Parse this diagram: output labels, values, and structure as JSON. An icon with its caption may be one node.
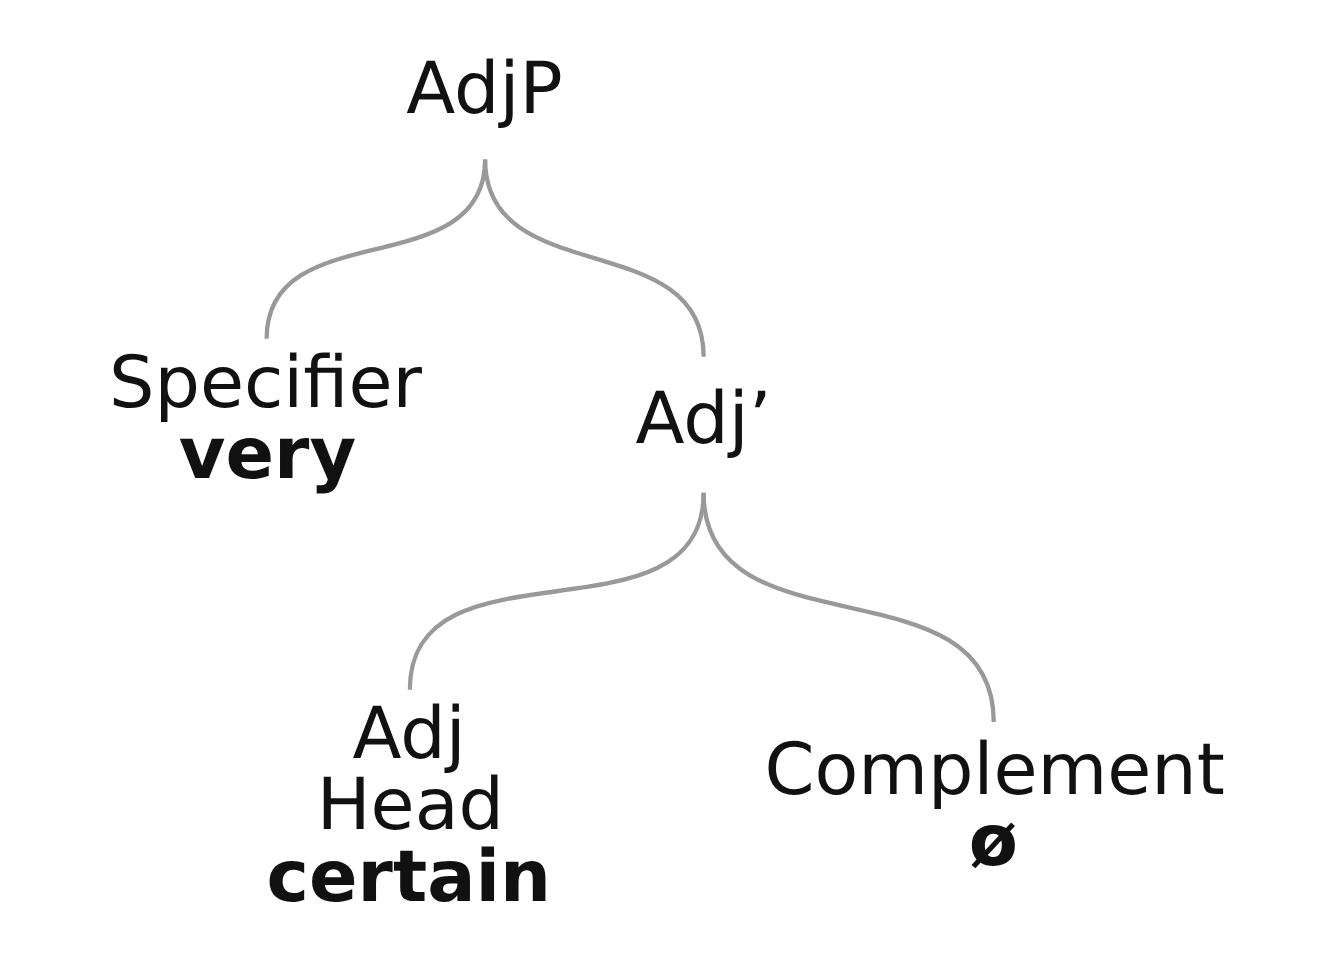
{
  "diagram": {
    "nodes": [
      {
        "text": [
          "AdjP"
        ]
      },
      {
        "text": [
          "Specifier",
          "very"
        ]
      },
      {
        "text": [
          "Adj’"
        ]
      },
      {
        "text": [
          "Adj",
          "Head",
          "certain"
        ]
      },
      {
        "text": [
          "Complement",
          "ø"
        ]
      }
    ],
    "edges": [
      {
        "from": 0,
        "to": 1,
        "arrow": "none"
      },
      {
        "from": 0,
        "to": 2,
        "arrow": "none"
      },
      {
        "from": 2,
        "to": 3,
        "arrow": "none"
      },
      {
        "from": 2,
        "to": 4,
        "arrow": "none"
      }
    ]
  }
}
